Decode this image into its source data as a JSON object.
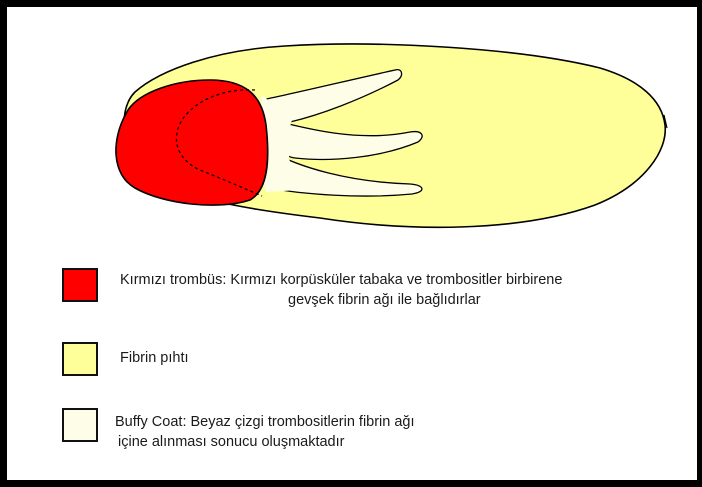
{
  "legend": {
    "red_thrombus": {
      "color": "#ff0000",
      "line1": "Kırmızı trombüs: Kırmızı korpüsküler tabaka ve trombositler birbirene",
      "line2": "gevşek fibrin ağı ile bağlıdırlar"
    },
    "fibrin_clot": {
      "color": "#ffff99",
      "line1": "Fibrin pıhtı"
    },
    "buffy_coat": {
      "color": "#fdfde8",
      "line1": "Buffy Coat: Beyaz çizgi trombositlerin fibrin ağı",
      "line2": "içine alınması  sonucu oluşmaktadır"
    }
  },
  "colors": {
    "outline": "#000000",
    "red": "#ff0000",
    "fibrin": "#ffff99",
    "buffy": "#fdfde8"
  }
}
